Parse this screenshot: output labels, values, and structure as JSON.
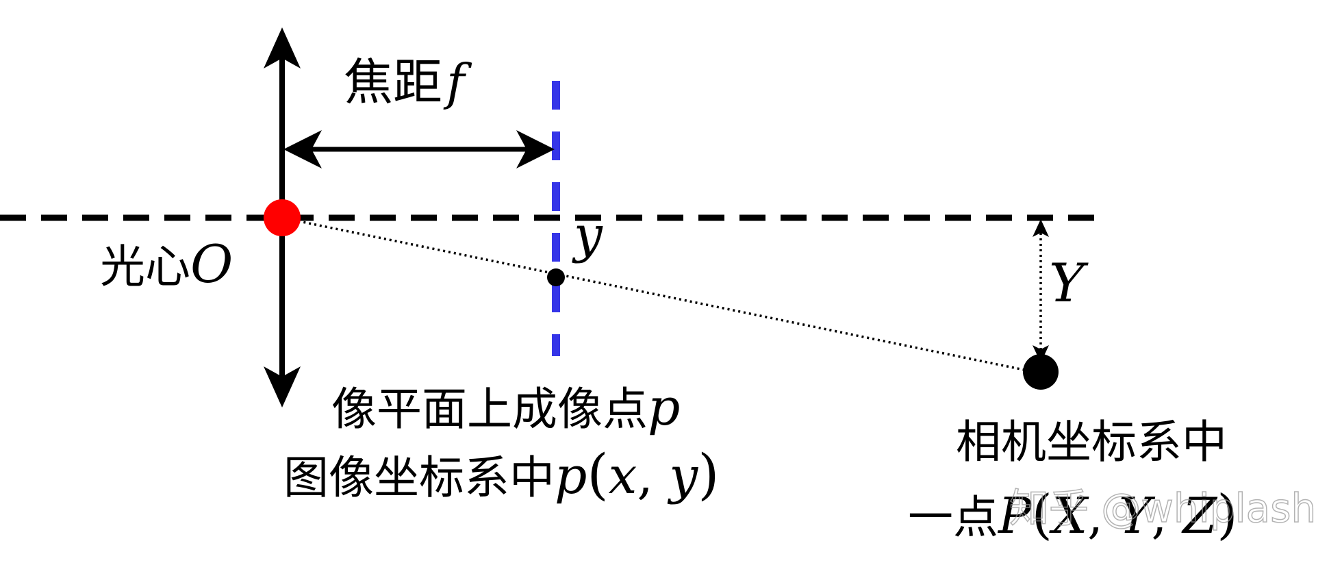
{
  "labels": {
    "focal_length": "焦距",
    "focal_symbol": "f",
    "optical_center": "光心",
    "optical_center_symbol": "O",
    "image_y": "y",
    "world_Y": "Y",
    "image_point_line1": "像平面上成像点",
    "image_point_line1_symbol": "p",
    "image_point_line2": "图像坐标系中",
    "image_point_line2_expr_p": "p",
    "image_point_line2_expr_open": "(",
    "image_point_line2_expr_x": "x",
    "image_point_line2_expr_comma1": ", ",
    "image_point_line2_expr_y": "y",
    "image_point_line2_expr_close": ")",
    "camera_point_line1": "相机坐标系中",
    "camera_point_line2": "一点",
    "camera_point_line2_expr_P": "P",
    "camera_point_line2_expr_open": "(",
    "camera_point_line2_expr_X": "X",
    "camera_point_line2_expr_comma1": ", ",
    "camera_point_line2_expr_Y": "Y",
    "camera_point_line2_expr_comma2": ", ",
    "camera_point_line2_expr_Z": "Z",
    "camera_point_line2_expr_close": ")"
  },
  "watermark": "知乎 @whiplash",
  "colors": {
    "axis": "#000000",
    "image_plane": "#3535e8",
    "optical_center_dot": "#ff0000",
    "points": "#000000"
  }
}
